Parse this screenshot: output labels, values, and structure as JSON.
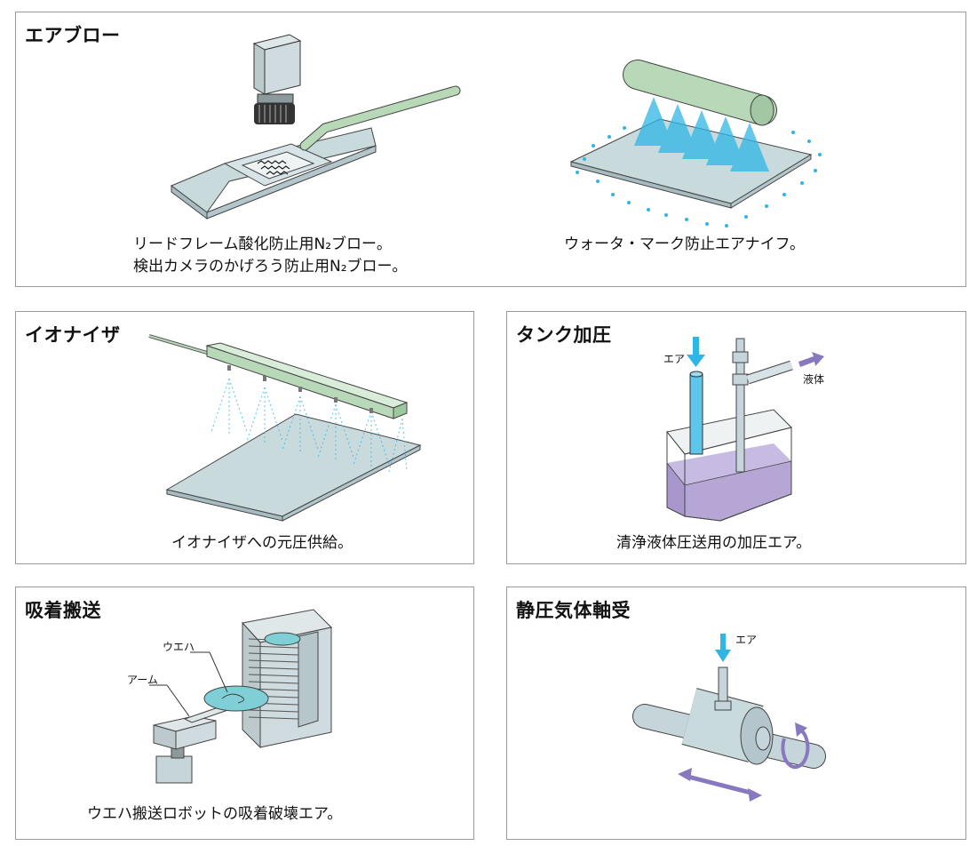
{
  "panels": {
    "air_blow": {
      "title": "エアブロー",
      "caption_left_line1": "リードフレーム酸化防止用N₂ブロー。",
      "caption_left_line2": "検出カメラのかげろう防止用N₂ブロー。",
      "caption_right": "ウォータ・マーク防止エアナイフ。"
    },
    "ionizer": {
      "title": "イオナイザ",
      "caption": "イオナイザへの元圧供給。"
    },
    "tank": {
      "title": "タンク加圧",
      "caption": "清浄液体圧送用の加圧エア。",
      "label_air": "エア",
      "label_liquid": "液体"
    },
    "suction": {
      "title": "吸着搬送",
      "caption": "ウエハ搬送ロボットの吸着破壊エア。",
      "label_wafer": "ウエハ",
      "label_arm": "アーム"
    },
    "bearing": {
      "title": "静圧気体軸受",
      "label_air": "エア"
    }
  },
  "colors": {
    "border": "#9a9a9a",
    "plate": "#c9dadd",
    "air_blue": "#2fb6e6",
    "tube_green": "#b8d9b8",
    "liquid_purple": "#b5a6d6",
    "arrow_purple": "#8878c0",
    "machine_gray": "#c5d5da"
  }
}
